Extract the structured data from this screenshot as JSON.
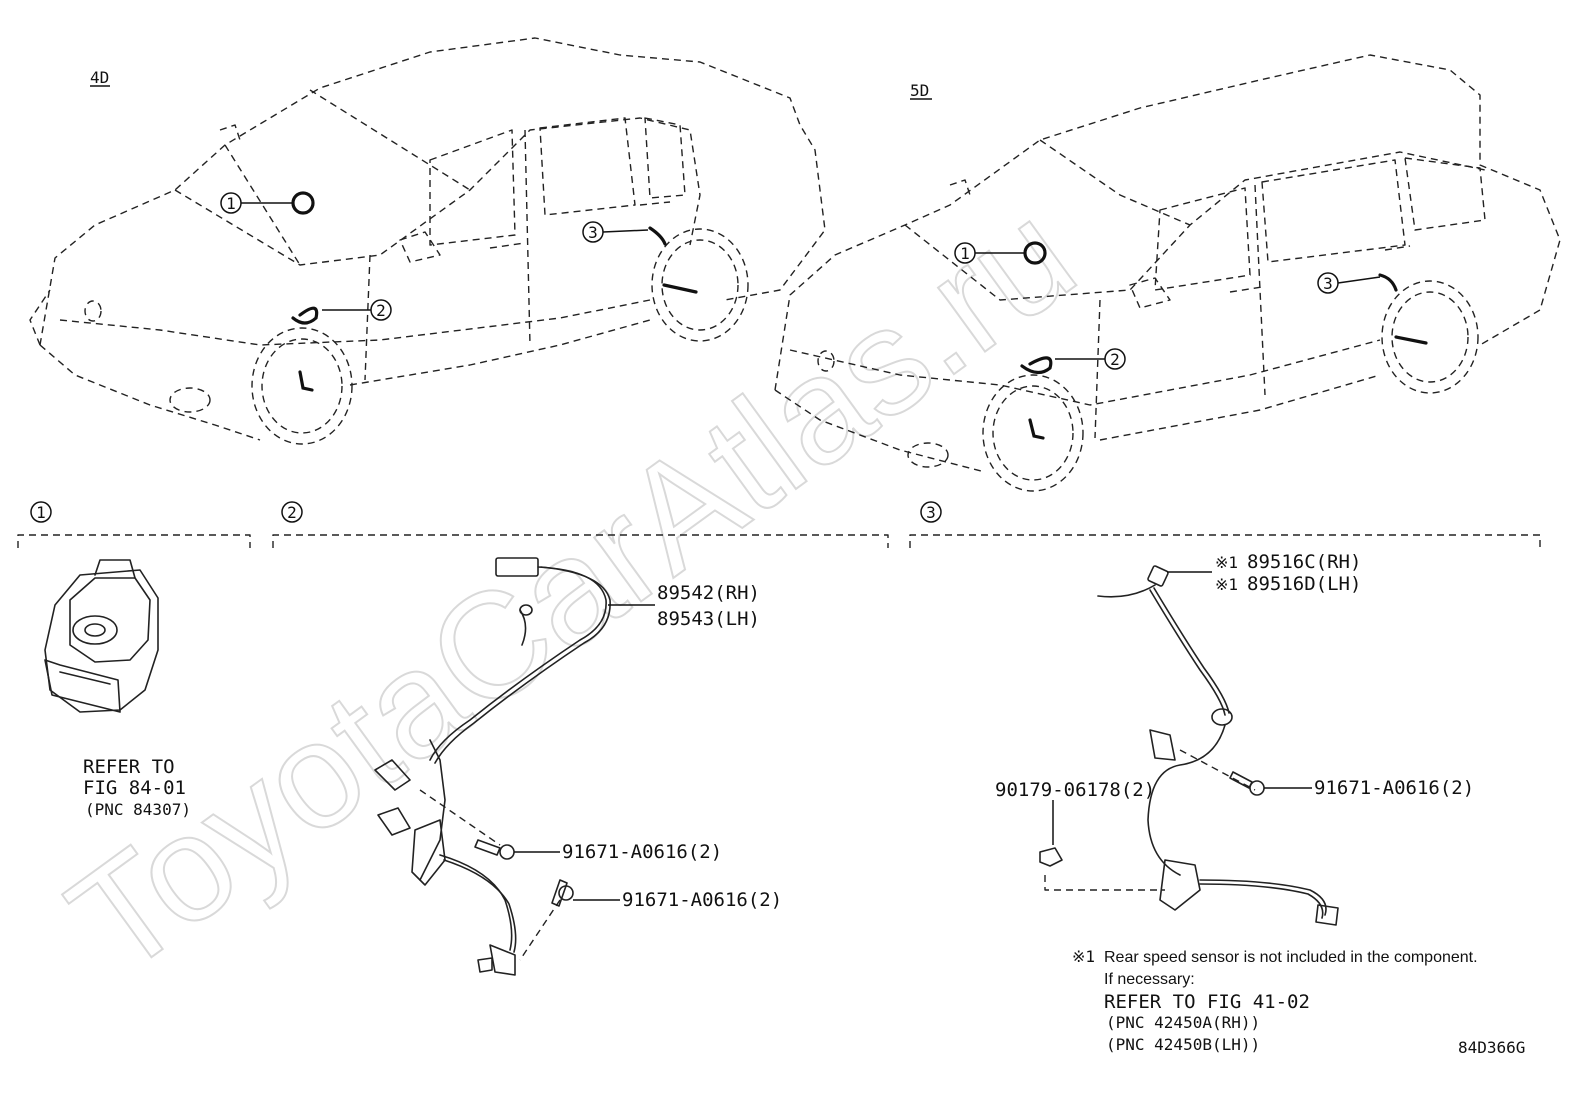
{
  "watermark": "ToyotaCarAtlas.ru",
  "variants": {
    "sedan": "4D",
    "wagon": "5D"
  },
  "callouts": [
    "1",
    "2",
    "3"
  ],
  "section1": {
    "num": "1",
    "refer_line1": "REFER TO",
    "refer_line2": "FIG 84-01",
    "refer_line3": "(PNC 84307)"
  },
  "section2": {
    "num": "2",
    "part_rh": "89542(RH)",
    "part_lh": "89543(LH)",
    "bolt_a": "91671-A0616(2)",
    "bolt_b": "91671-A0616(2)"
  },
  "section3": {
    "num": "3",
    "mark": "※1",
    "part_rh": "89516C(RH)",
    "part_lh": "89516D(LH)",
    "clip": "90179-06178(2)",
    "bolt": "91671-A0616(2)",
    "note_mark": "※1",
    "note_line1": "Rear speed sensor is not included in the component.",
    "note_line2": "If necessary:",
    "note_refer": "REFER TO FIG 41-02",
    "note_pnc1": "(PNC 42450A(RH))",
    "note_pnc2": "(PNC 42450B(LH))"
  },
  "figure_code": "84D366G"
}
